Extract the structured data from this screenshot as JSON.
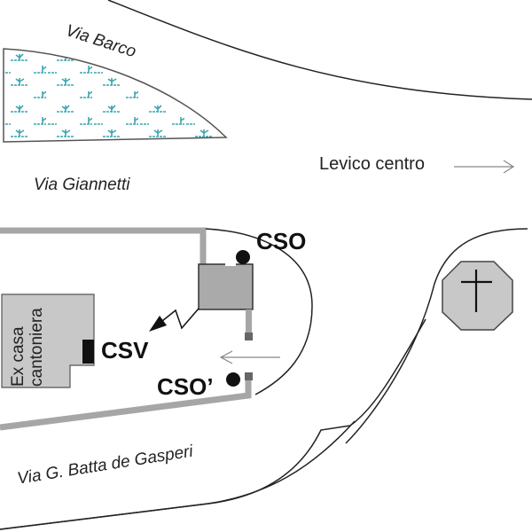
{
  "streets": {
    "via_barco": "Via Barco",
    "via_giannetti": "Via Giannetti",
    "via_de_gasperi": "Via G. Batta de Gasperi"
  },
  "destination": {
    "label": "Levico centro"
  },
  "building": {
    "label_line1": "Ex casa",
    "label_line2": "cantoniera"
  },
  "stations": {
    "cso": "CSO",
    "cso_prime": "CSO’",
    "csv": "CSV"
  },
  "icons": {
    "church": "cross-in-octagon",
    "vegetation": "marsh-grass-pattern"
  },
  "colors": {
    "road_line": "#222222",
    "pipe": "#a6a6a6",
    "building_fill": "#c8c8c8",
    "tank_fill": "#aaaaaa",
    "vegetation": "#3aa6b0",
    "sensor_fill": "#111111",
    "arrow_gray": "#8a8a8a"
  }
}
